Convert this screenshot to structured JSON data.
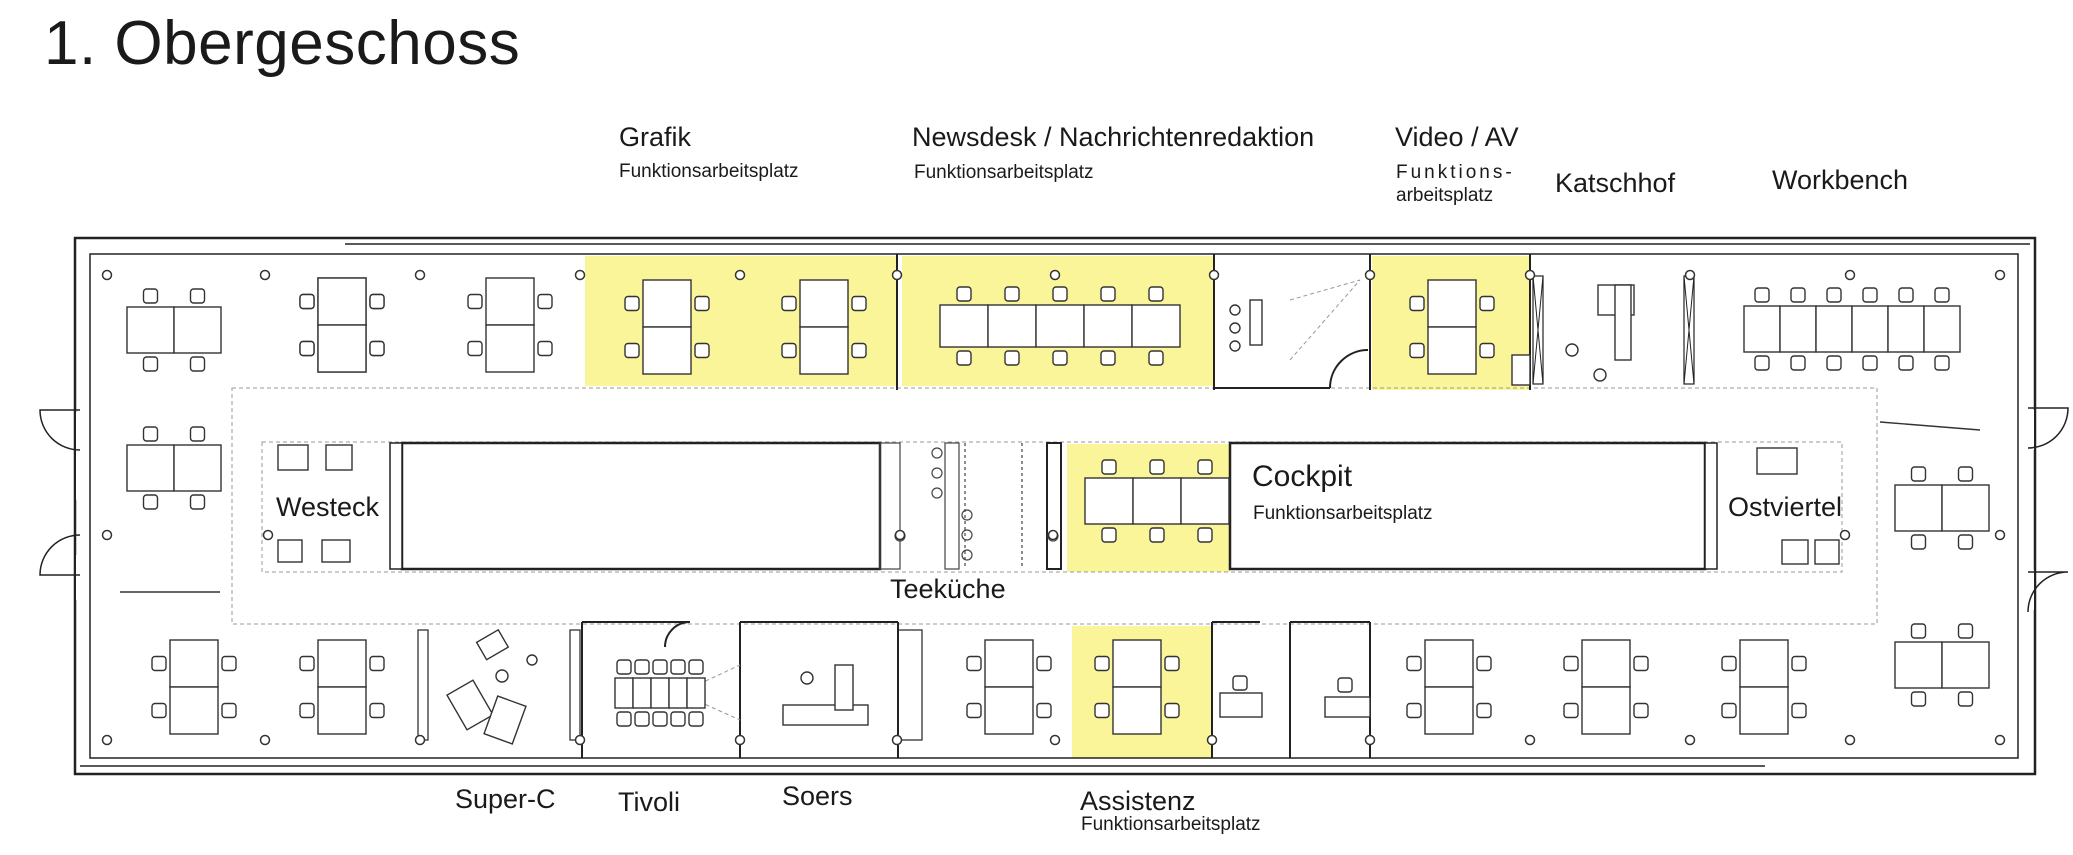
{
  "title": "1. Obergeschoss",
  "colors": {
    "highlight": "#fbf59a",
    "line": "#222222",
    "dash": "#9a9a9a"
  },
  "rooms": {
    "grafik": {
      "name": "Grafik",
      "sub": "Funktionsarbeitsplatz",
      "highlighted": true
    },
    "newsdesk": {
      "name": "Newsdesk / Nachrichtenredaktion",
      "sub": "Funktionsarbeitsplatz",
      "highlighted": true
    },
    "video": {
      "name": "Video / AV",
      "sub_line1": "Funktions-",
      "sub_line2": "arbeitsplatz",
      "highlighted": true
    },
    "katschhof": {
      "name": "Katschhof"
    },
    "workbench": {
      "name": "Workbench"
    },
    "westeck": {
      "name": "Westeck"
    },
    "teekueche": {
      "name": "Teeküche"
    },
    "cockpit": {
      "name": "Cockpit",
      "sub": "Funktionsarbeitsplatz",
      "highlighted": true
    },
    "ostviertel": {
      "name": "Ostviertel"
    },
    "superc": {
      "name": "Super-C"
    },
    "tivoli": {
      "name": "Tivoli"
    },
    "soers": {
      "name": "Soers"
    },
    "assistenz": {
      "name": "Assistenz",
      "sub": "Funktionsarbeitsplatz",
      "highlighted": true
    }
  }
}
